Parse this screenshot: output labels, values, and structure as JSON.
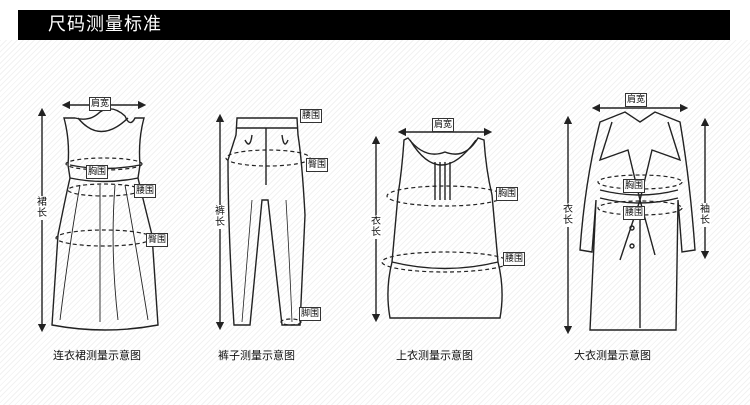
{
  "title": "尺码测量标准",
  "dress": {
    "shoulder": "肩宽",
    "chest": "胸围",
    "waist": "腰围",
    "hip": "臀围",
    "length": "裙长",
    "caption": "连衣裙测量示意图"
  },
  "pants": {
    "waist": "腰围",
    "hip": "臀围",
    "hem": "脚围",
    "length": "裤长",
    "caption": "裤子测量示意图"
  },
  "top": {
    "shoulder": "肩宽",
    "chest": "胸围",
    "waist": "腰围",
    "length": "衣长",
    "caption": "上衣测量示意图"
  },
  "coat": {
    "shoulder": "肩宽",
    "chest": "胸围",
    "waist": "腰围",
    "length": "衣长",
    "sleeve": "袖长",
    "caption": "大衣测量示意图"
  },
  "colors": {
    "title_bg": "#000000",
    "title_text": "#ffffff",
    "line": "#222222"
  }
}
